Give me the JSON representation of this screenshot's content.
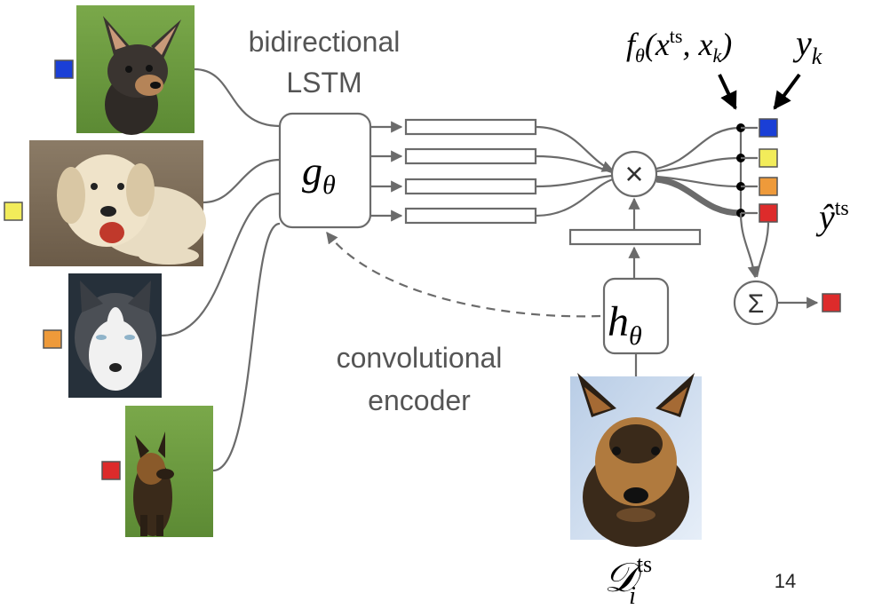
{
  "labels": {
    "lstm_line1": "bidirectional",
    "lstm_line2": "LSTM",
    "encoder_line1": "convolutional",
    "encoder_line2": "encoder",
    "g_theta_base": "g",
    "g_theta_sub": "θ",
    "h_theta_base": "h",
    "h_theta_sub": "θ",
    "f_label_base": "f",
    "f_label_sub": "θ",
    "f_label_open": "(x",
    "f_label_sup": "ts",
    "f_label_mid": ", x",
    "f_label_sub2": "k",
    "f_label_close": ")",
    "yk_base": "y",
    "yk_sub": "k",
    "yhat_base": "ŷ",
    "yhat_sup": "ts",
    "dataset_base": "𝒟",
    "dataset_sup": "ts",
    "dataset_sub": "i",
    "multiply_symbol": "×",
    "sum_symbol": "Σ",
    "page_number": "14"
  },
  "support_images": [
    {
      "name": "chihuahua",
      "label_color": "#1a3fd6"
    },
    {
      "name": "labrador",
      "label_color": "#f2ec5a"
    },
    {
      "name": "husky",
      "label_color": "#ee9a3a"
    },
    {
      "name": "german-shepherd",
      "label_color": "#dd2b2b"
    }
  ],
  "query_image": {
    "name": "german-shepherd-query"
  },
  "output_label_color": "#dd2b2b",
  "colors": {
    "line": "#6b6b6b",
    "text_gray": "#555555",
    "text_black": "#000000"
  }
}
